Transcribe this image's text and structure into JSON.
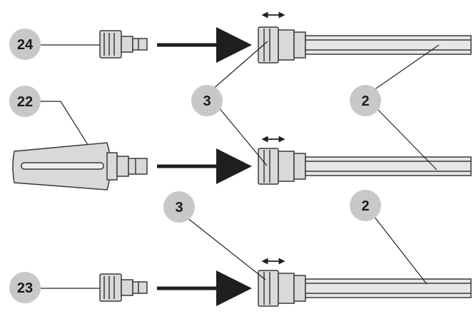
{
  "callouts": {
    "nozzle_24": "24",
    "lance_2_top": "2",
    "coupling_3_top": "3",
    "nozzle_22": "22",
    "lance_2_bottom": "2",
    "coupling_3_bottom": "3",
    "nozzle_23": "23"
  },
  "icons": {
    "insert_arrow": "right-arrow-icon",
    "rotation_hint": "double-arrow-icon"
  },
  "colors": {
    "part_fill": "#d9d9d9",
    "part_stroke": "#3a3a3a",
    "callout_fill": "#c8c8c8",
    "arrow": "#1f1f1f"
  }
}
